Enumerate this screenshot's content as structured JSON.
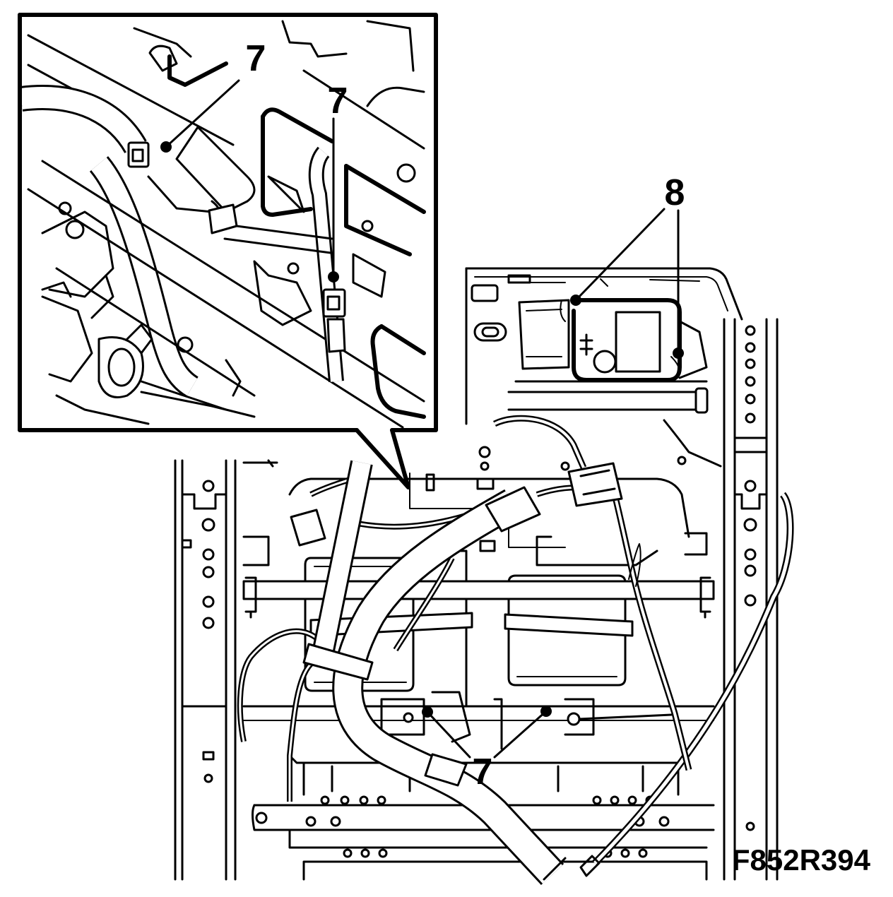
{
  "figure": {
    "code": "F852R394"
  },
  "callouts": {
    "inset_left": "7",
    "inset_right": "7",
    "bottom": "7",
    "top_right": "8"
  }
}
